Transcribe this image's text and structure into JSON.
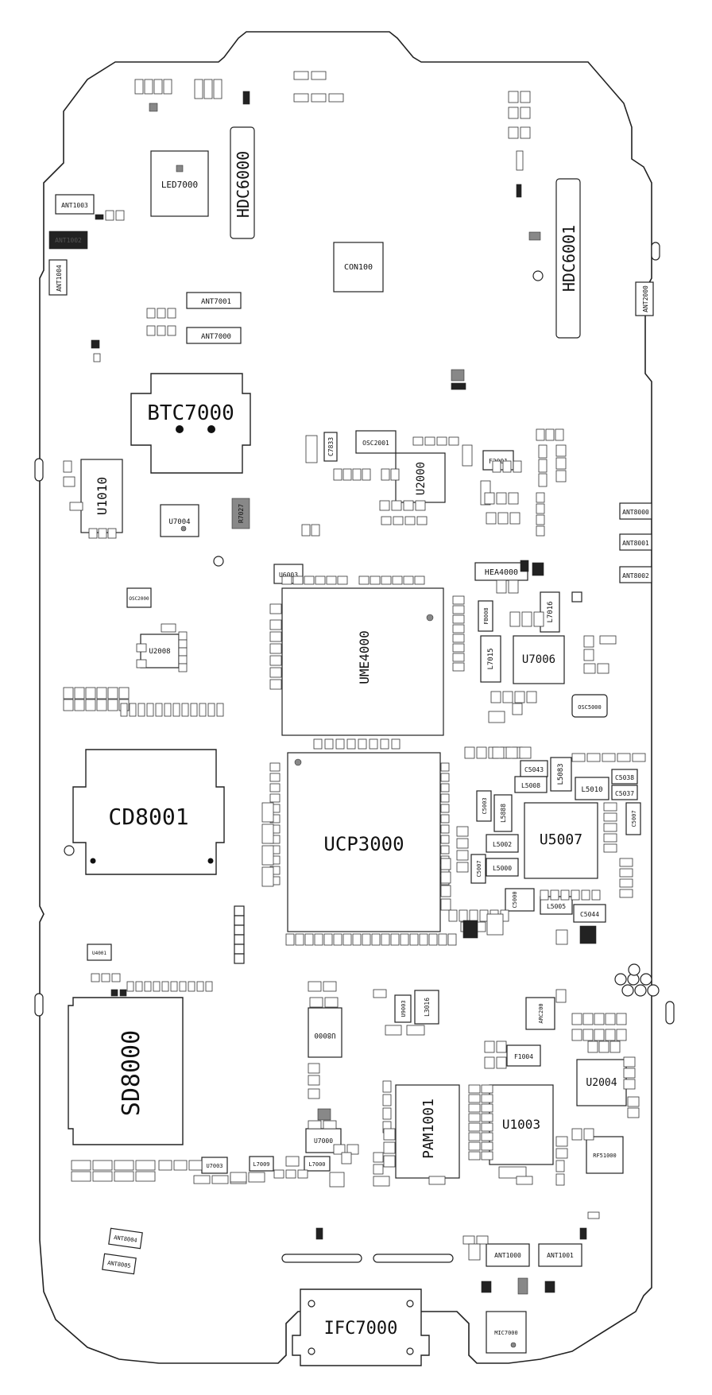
{
  "board": {
    "labels": {
      "btc7000": "BTC7000",
      "hdc6000": "HDC6000",
      "hdc6001": "HDC6001",
      "led7000": "LED7000",
      "con100": "CON100",
      "ant1003": "ANT1003",
      "ant1002": "ANT1002",
      "ant1004": "ANT1004",
      "ant7001": "ANT7001",
      "ant7000": "ANT7000",
      "ant2000": "ANT2000",
      "ant8000": "ANT8000",
      "ant8001": "ANT8001",
      "ant8002": "ANT8002",
      "osc2001": "OSC2001",
      "u2000": "U2000",
      "f2001": "F2001",
      "c7833": "C7833",
      "u1010": "U1010",
      "u7004": "U7004",
      "r7027": "R7027",
      "osc2000": "OSC2000",
      "u2008": "U2008",
      "u6003": "U6003",
      "ume4000": "UME4000",
      "hea4000": "HEA4000",
      "l7016": "L7016",
      "l7015": "L7015",
      "u7006": "U7006",
      "osc5000": "OSC5000",
      "fb008": "FB008",
      "cd8001": "CD8001",
      "ucp3000": "UCP3000",
      "c5043": "C5043",
      "l5083": "L5083",
      "l5008": "L5008",
      "l5010": "L5010",
      "c5038": "C5038",
      "c5037": "C5037",
      "c5003": "C5003",
      "l5888": "L5888",
      "u5007": "U5007",
      "c5007": "C5007",
      "l5002": "L5002",
      "l5000": "L5000",
      "l5005": "L5005",
      "c5044": "C5044",
      "c5000": "C5000",
      "u4001": "U4001",
      "sd8000": "SD8000",
      "u8000": "U8000",
      "u9003": "U9003",
      "l3016": "L3016",
      "u7000": "U7000",
      "u7003": "U7003",
      "l7009": "L7009",
      "l7000": "L7000",
      "pam1001": "PAM1001",
      "u1003": "U1003",
      "f1004": "F1004",
      "u2004": "U2004",
      "arc200": "ARC200",
      "rf51000": "RF51000",
      "ant8004": "ANT8004",
      "ant8005": "ANT8005",
      "ant1000": "ANT1000",
      "ant1001": "ANT1001",
      "ifc7000": "IFC7000",
      "mic7000": "MIC7000"
    }
  }
}
